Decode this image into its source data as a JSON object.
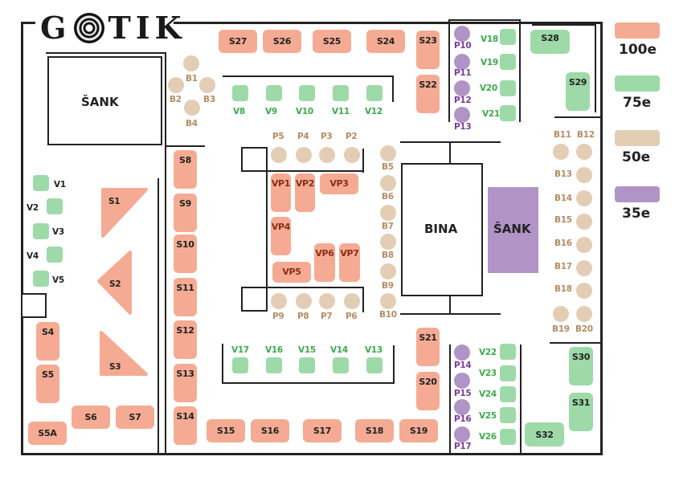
{
  "logo": {
    "text_before": "G",
    "text_after": "TIK",
    "rose_icon": "rose-window-icon"
  },
  "legend": [
    {
      "price": "100e",
      "color": "#f5ab93"
    },
    {
      "price": "75e",
      "color": "#9ddaa8"
    },
    {
      "price": "50e",
      "color": "#e3cdb5"
    },
    {
      "price": "35e",
      "color": "#b094c6"
    }
  ],
  "areas": {
    "bar_left": "ŠANK",
    "stage": "BINA",
    "bar_right": "ŠANK"
  },
  "booths_s": {
    "S1": "S1",
    "S2": "S2",
    "S3": "S3",
    "S4": "S4",
    "S5": "S5",
    "S5A": "S5A",
    "S6": "S6",
    "S7": "S7",
    "S8": "S8",
    "S9": "S9",
    "S10": "S10",
    "S11": "S11",
    "S12": "S12",
    "S13": "S13",
    "S14": "S14",
    "S15": "S15",
    "S16": "S16",
    "S17": "S17",
    "S18": "S18",
    "S19": "S19",
    "S20": "S20",
    "S21": "S21",
    "S22": "S22",
    "S23": "S23",
    "S24": "S24",
    "S25": "S25",
    "S26": "S26",
    "S27": "S27",
    "S28": "S28",
    "S29": "S29",
    "S30": "S30",
    "S31": "S31",
    "S32": "S32"
  },
  "vip": {
    "VP1": "VP1",
    "VP2": "VP2",
    "VP3": "VP3",
    "VP4": "VP4",
    "VP5": "VP5",
    "VP6": "VP6",
    "VP7": "VP7"
  },
  "tables_v": {
    "V1": "V1",
    "V2": "V2",
    "V3": "V3",
    "V4": "V4",
    "V5": "V5",
    "V8": "V8",
    "V9": "V9",
    "V10": "V10",
    "V11": "V11",
    "V12": "V12",
    "V13": "V13",
    "V14": "V14",
    "V15": "V15",
    "V16": "V16",
    "V17": "V17",
    "V18": "V18",
    "V19": "V19",
    "V20": "V20",
    "V21": "V21",
    "V22": "V22",
    "V23": "V23",
    "V24": "V24",
    "V25": "V25",
    "V26": "V26"
  },
  "bar_stools": {
    "B1": "B1",
    "B2": "B2",
    "B3": "B3",
    "B4": "B4",
    "B5": "B5",
    "B6": "B6",
    "B7": "B7",
    "B8": "B8",
    "B9": "B9",
    "B10": "B10",
    "B11": "B11",
    "B12": "B12",
    "B13": "B13",
    "B14": "B14",
    "B15": "B15",
    "B16": "B16",
    "B17": "B17",
    "B18": "B18",
    "B19": "B19",
    "B20": "B20"
  },
  "standing_p": {
    "P2": "P2",
    "P3": "P3",
    "P4": "P4",
    "P5": "P5",
    "P6": "P6",
    "P7": "P7",
    "P8": "P8",
    "P9": "P9",
    "P10": "P10",
    "P11": "P11",
    "P12": "P12",
    "P13": "P13",
    "P14": "P14",
    "P15": "P15",
    "P16": "P16",
    "P17": "P17"
  }
}
